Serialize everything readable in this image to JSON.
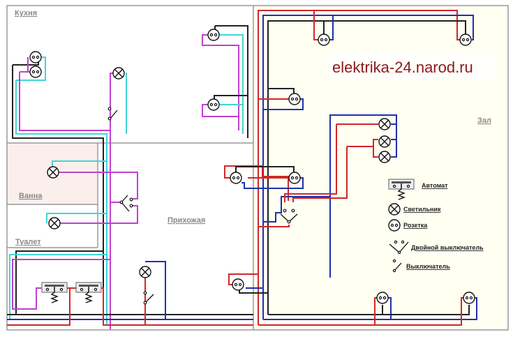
{
  "site_title": "elektrika-24.narod.ru",
  "rooms": {
    "kitchen": "Кухня",
    "bathroom": "Ванна",
    "toilet": "Туалет",
    "hallway": "Прихожая",
    "living_room": "Зал"
  },
  "legend": {
    "items": [
      {
        "icon": "circuit-breaker-icon",
        "label": "Автомат"
      },
      {
        "icon": "lamp-icon",
        "label": "Светильник"
      },
      {
        "icon": "socket-icon",
        "label": "Розетка"
      },
      {
        "icon": "double-switch-icon",
        "label": "Двойной выключатель"
      },
      {
        "icon": "switch-icon",
        "label": "Выключатель"
      }
    ]
  },
  "wire_colors": {
    "neutral_kitchen": "#3fd6d6",
    "phase_kitchen": "#c040d0",
    "phase": "#d02828",
    "neutral": "#2030b0",
    "ground": "#222222"
  }
}
